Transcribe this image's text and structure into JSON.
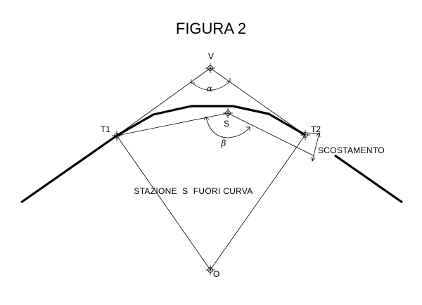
{
  "figure": {
    "title": "FIGURA  2",
    "points": {
      "V": "V",
      "T1": "T1",
      "T2": "T2",
      "S": "S",
      "O": "O"
    },
    "angles": {
      "alpha": "α",
      "beta": "β"
    },
    "labels": {
      "scostamento": "SCOSTAMENTO",
      "stazione": "STAZIONE  S  FUORI CURVA"
    }
  }
}
